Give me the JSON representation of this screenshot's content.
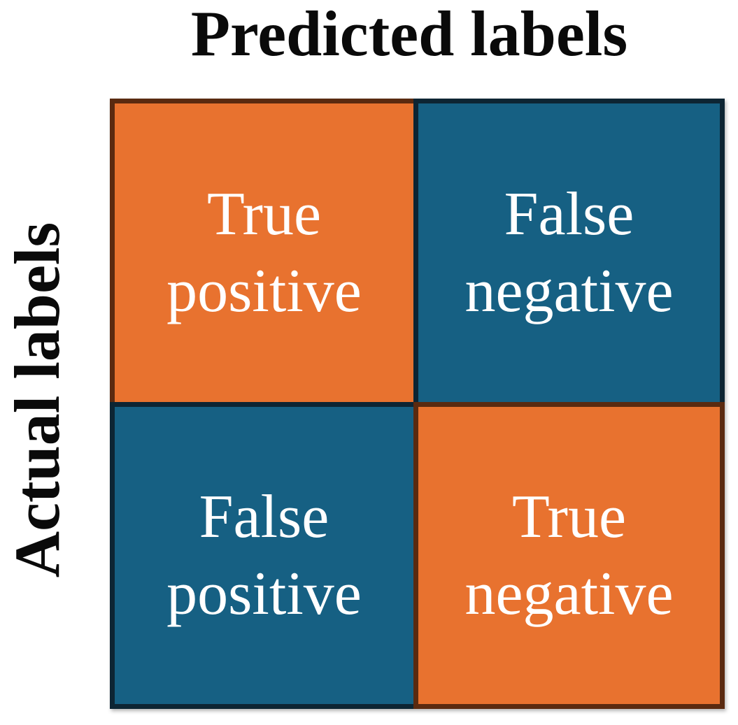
{
  "figure": {
    "top_axis_title": "Predicted labels",
    "left_axis_title": "Actual labels",
    "colors": {
      "background": "#FFFFFF",
      "axis_title_text": "#0A0A0A",
      "cell_text": "#FFFFFF",
      "orange_fill": "#E8722F",
      "orange_border": "#5A2A10",
      "blue_fill": "#166083",
      "blue_border": "#0D2533"
    },
    "cells": [
      {
        "position": "top-left",
        "lines": [
          "True",
          "positive"
        ],
        "fill": "#E8722F",
        "border": "#5A2A10"
      },
      {
        "position": "top-right",
        "lines": [
          "False",
          "negative"
        ],
        "fill": "#166083",
        "border": "#0D2533"
      },
      {
        "position": "bottom-left",
        "lines": [
          "False",
          "positive"
        ],
        "fill": "#166083",
        "border": "#0D2533"
      },
      {
        "position": "bottom-right",
        "lines": [
          "True",
          "negative"
        ],
        "fill": "#E8722F",
        "border": "#5A2A10"
      }
    ]
  }
}
